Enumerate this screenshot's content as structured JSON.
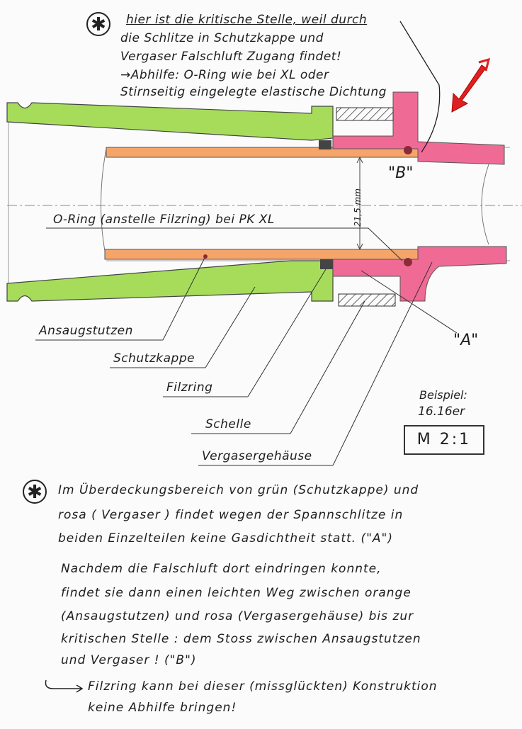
{
  "top_note": {
    "lines": [
      "hier ist die kritische Stelle, weil durch",
      "die Schlitze in Schutzkappe und",
      "Vergaser Falschluft Zugang findet!",
      "→Abhilfe: O-Ring wie bei XL   oder",
      "Stirnseitig eingelegte elastische Dichtung"
    ],
    "star_symbol": "✱"
  },
  "labels": {
    "point_b": "\"B\"",
    "point_a": "\"A\"",
    "dimension": "21,5 mm",
    "o_ring_note": "O-Ring (anstelle Filzring) bei PK XL",
    "ansaugstutzen": "Ansaugstutzen",
    "schutzkappe": "Schutzkappe",
    "filzring": "Filzring",
    "schelle": "Schelle",
    "vergasergehaeuse": "Vergasergehäuse"
  },
  "example": {
    "line1": "Beispiel:",
    "line2": "16.16er",
    "scale": "M 2:1"
  },
  "bottom_note": {
    "star_symbol": "✱",
    "paragraph1": [
      "Im Überdeckungsbereich von grün (Schutzkappe) und",
      "rosa ( Vergaser ) findet wegen der Spannschlitze in",
      "beiden Einzelteilen keine Gasdichtheit statt. (\"A\")"
    ],
    "paragraph2": [
      "Nachdem die Falschluft dort eindringen konnte,",
      "findet sie dann einen leichten Weg zwischen orange",
      "(Ansaugstutzen) und rosa (Vergasergehäuse) bis zur",
      "kritischen Stelle : dem Stoss zwischen Ansaugstutzen",
      "und Vergaser ! (\"B\")"
    ],
    "conclusion": [
      "Filzring kann bei dieser (missglückten) Konstruktion",
      "keine Abhilfe bringen!"
    ]
  },
  "colors": {
    "green": "#a6dc5a",
    "orange": "#f5a56a",
    "pink": "#f06a96",
    "red_arrow": "#e02020"
  }
}
